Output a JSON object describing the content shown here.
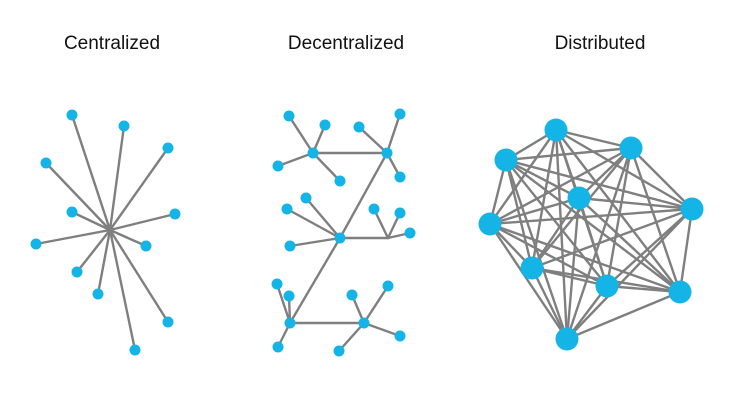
{
  "titles": {
    "centralized": "Centralized",
    "decentralized": "Decentralized",
    "distributed": "Distributed"
  },
  "colors": {
    "node": "#14b5e6",
    "edge": "#7f7f7f",
    "text": "#111111"
  }
}
